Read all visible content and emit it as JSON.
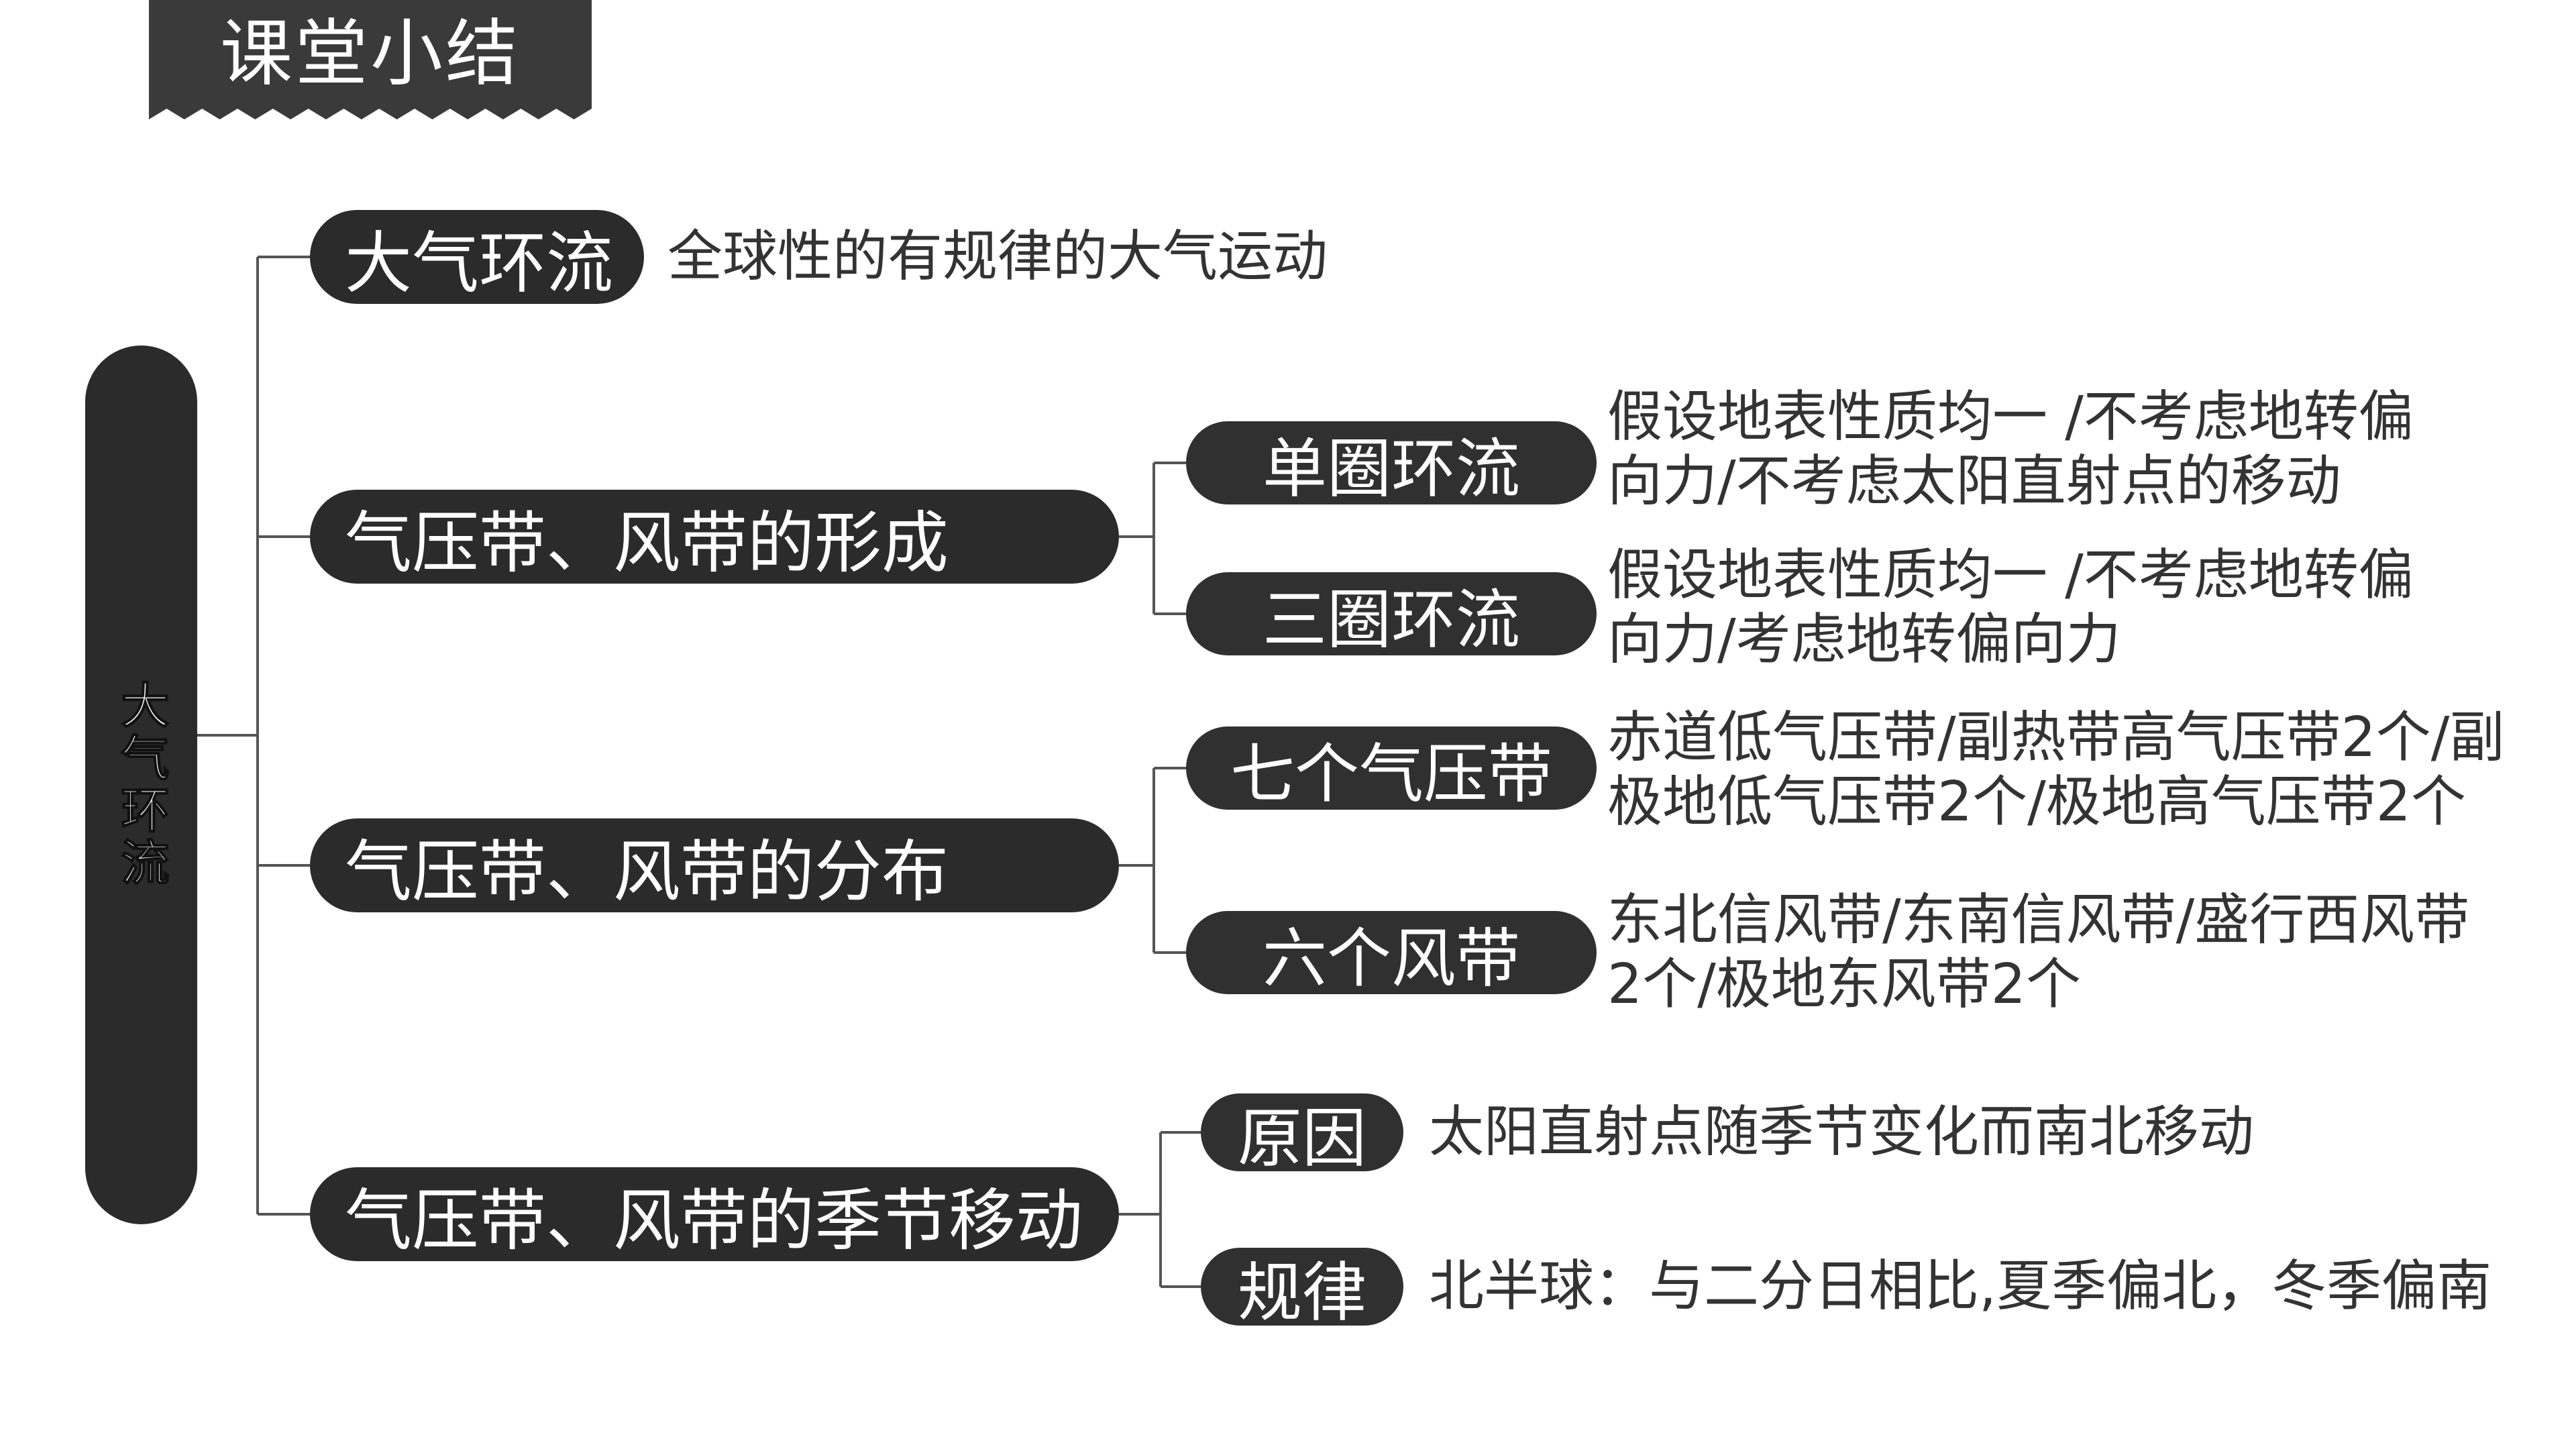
{
  "header": {
    "title": "课堂小结"
  },
  "root": {
    "label": "大气环流"
  },
  "branches": [
    {
      "label": "大气环流",
      "desc": "全球性的有规律的大气运动"
    },
    {
      "label": "气压带、风带的形成"
    },
    {
      "label": "气压带、风带的分布"
    },
    {
      "label": "气压带、风带的季节移动"
    }
  ],
  "sub": {
    "single": {
      "label": "单圈环流",
      "line1": "假设地表性质均一 /不考虑地转偏",
      "line2": "向力/不考虑太阳直射点的移动"
    },
    "triple": {
      "label": "三圈环流",
      "line1": "假设地表性质均一 /不考虑地转偏",
      "line2": "向力/考虑地转偏向力"
    },
    "pressure": {
      "label": "七个气压带",
      "line1": "赤道低气压带/副热带高气压带2个/副",
      "line2": "极地低气压带2个/极地高气压带2个"
    },
    "wind": {
      "label": "六个风带",
      "line1": "东北信风带/东南信风带/盛行西风带",
      "line2": "2个/极地东风带2个"
    },
    "cause": {
      "label": "原因",
      "desc": "太阳直射点随季节变化而南北移动"
    },
    "rule": {
      "label": "规律",
      "desc": "北半球：与二分日相比,夏季偏北，冬季偏南"
    }
  }
}
